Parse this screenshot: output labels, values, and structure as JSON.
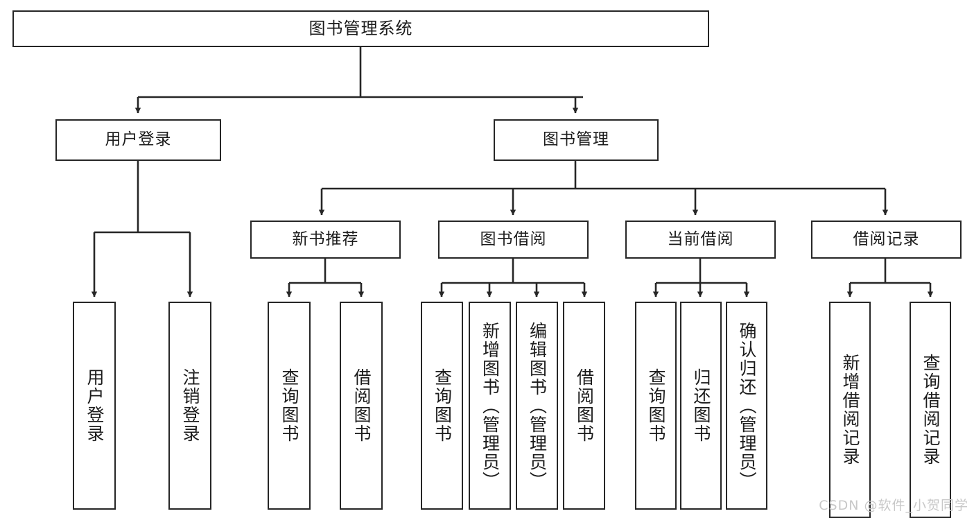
{
  "diagram": {
    "title": "图书管理系统",
    "type": "tree-hierarchy",
    "root": {
      "id": "root",
      "label": "图书管理系统"
    },
    "level2": [
      {
        "id": "user-login",
        "label": "用户登录"
      },
      {
        "id": "book-manage",
        "label": "图书管理"
      }
    ],
    "level3": [
      {
        "id": "new-book-rec",
        "label": "新书推荐",
        "parent": "book-manage"
      },
      {
        "id": "book-borrow",
        "label": "图书借阅",
        "parent": "book-manage"
      },
      {
        "id": "current-borrow",
        "label": "当前借阅",
        "parent": "book-manage"
      },
      {
        "id": "borrow-record",
        "label": "借阅记录",
        "parent": "book-manage"
      }
    ],
    "leaves": [
      {
        "id": "leaf-user-login",
        "label": "用户登录",
        "parent": "user-login"
      },
      {
        "id": "leaf-logout-login",
        "label": "注销登录",
        "parent": "user-login"
      },
      {
        "id": "leaf-query-book-1",
        "label": "查询图书",
        "parent": "new-book-rec"
      },
      {
        "id": "leaf-borrow-book-1",
        "label": "借阅图书",
        "parent": "new-book-rec"
      },
      {
        "id": "leaf-query-book-2",
        "label": "查询图书",
        "parent": "book-borrow"
      },
      {
        "id": "leaf-add-book",
        "label": "新增图书（管理员）",
        "parent": "book-borrow"
      },
      {
        "id": "leaf-edit-book",
        "label": "编辑图书（管理员）",
        "parent": "book-borrow"
      },
      {
        "id": "leaf-borrow-book-2",
        "label": "借阅图书",
        "parent": "book-borrow"
      },
      {
        "id": "leaf-query-book-3",
        "label": "查询图书",
        "parent": "current-borrow"
      },
      {
        "id": "leaf-return-book",
        "label": "归还图书",
        "parent": "current-borrow"
      },
      {
        "id": "leaf-confirm-return",
        "label": "确认归还（管理员）",
        "parent": "current-borrow"
      },
      {
        "id": "leaf-add-record",
        "label": "新增借阅记录",
        "parent": "borrow-record"
      },
      {
        "id": "leaf-query-record",
        "label": "查询借阅记录",
        "parent": "borrow-record"
      }
    ],
    "colors": {
      "stroke": "#262626",
      "fill": "#ffffff",
      "text": "#1b1b1b",
      "watermark": "#c8c8c8"
    }
  },
  "watermark": {
    "text": "CSDN @软件_小贺同学"
  }
}
